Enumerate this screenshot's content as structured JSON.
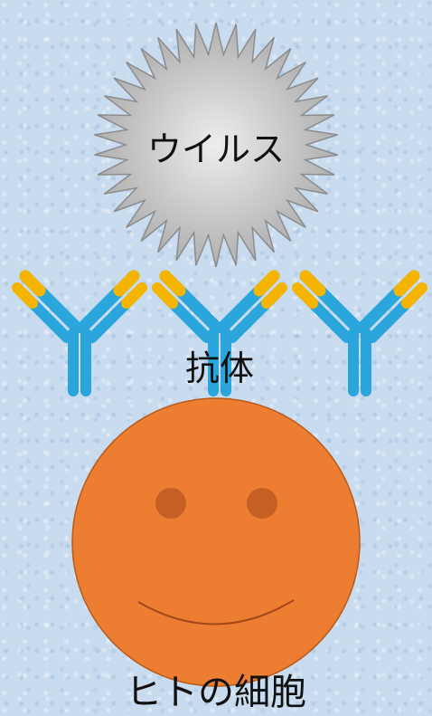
{
  "virus": {
    "label": "ウイルス",
    "colors": {
      "fill_light": "#ededed",
      "fill_dark": "#a9a9a9",
      "stroke": "#8c8c8c"
    }
  },
  "antibody": {
    "label": "抗体",
    "count": 3,
    "colors": {
      "heavy_chain": "#2aa6dc",
      "light_chain": "#f5b400",
      "hinge": "#c8d4dc"
    }
  },
  "cell": {
    "label": "ヒトの細胞",
    "colors": {
      "fill": "#ed7d31",
      "stroke": "#b85a1a",
      "eyes": "#c55f23"
    }
  }
}
